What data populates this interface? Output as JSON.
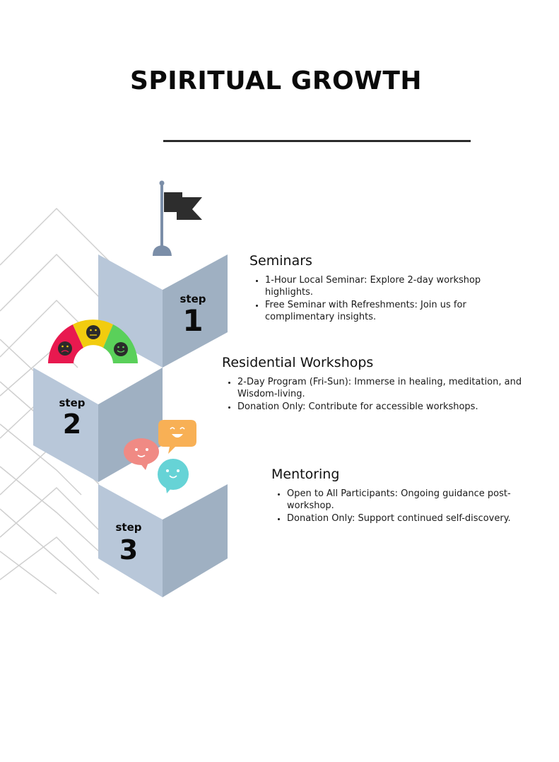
{
  "title": "SPIRITUAL GROWTH",
  "colors": {
    "cube_light": "#b8c7d9",
    "cube_dark": "#9fb0c2",
    "face_red": "#e8194f",
    "face_yellow": "#f2cc0f",
    "face_green": "#5ad05a",
    "bubble_orange": "#f8b055",
    "bubble_pink": "#f08a84",
    "bubble_teal": "#66d3d6"
  },
  "steps": [
    {
      "label": "step",
      "number": "1"
    },
    {
      "label": "step",
      "number": "2"
    },
    {
      "label": "step",
      "number": "3"
    }
  ],
  "sections": [
    {
      "heading": "Seminars",
      "items": [
        "1-Hour Local Seminar: Explore 2-day workshop highlights.",
        "Free Seminar with Refreshments: Join us for complimentary insights."
      ]
    },
    {
      "heading": "Residential Workshops",
      "items": [
        "2-Day Program (Fri-Sun): Immerse in healing, meditation, and Wisdom-living.",
        "Donation Only: Contribute for accessible workshops."
      ]
    },
    {
      "heading": "Mentoring",
      "items": [
        "Open to All Participants: Ongoing guidance post-workshop.",
        "Donation Only: Support continued self-discovery."
      ]
    }
  ]
}
